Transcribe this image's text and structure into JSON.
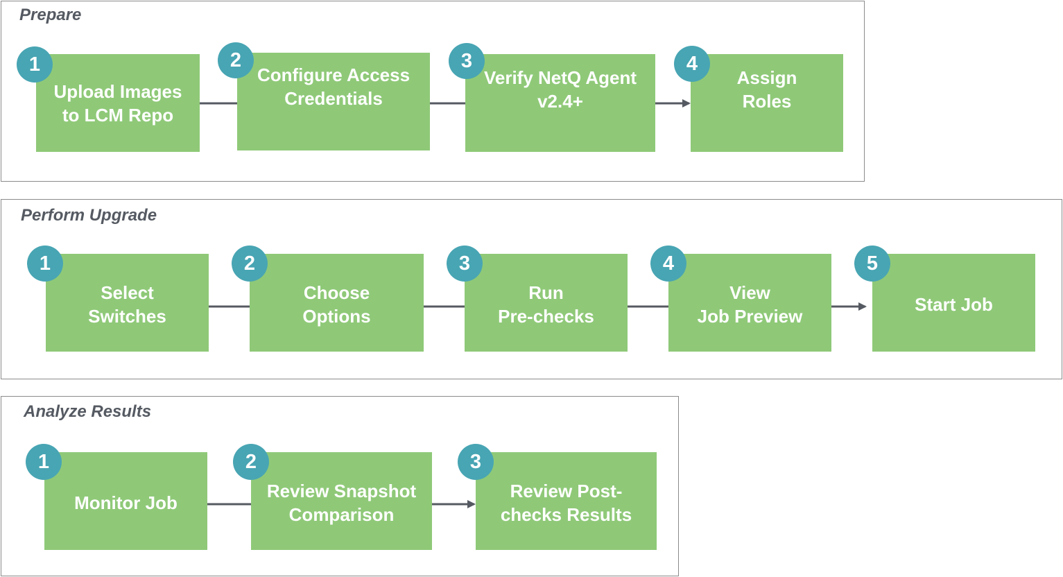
{
  "colors": {
    "step_fill": "#8fc978",
    "badge_fill": "#48a5b3",
    "connector": "#555a62",
    "title_text": "#555a62",
    "panel_border": "#8a8a8a"
  },
  "phases": [
    {
      "title": "Prepare",
      "steps": [
        {
          "number": "1",
          "label": "Upload Images\nto LCM Repo"
        },
        {
          "number": "2",
          "label": "Configure Access\nCredentials"
        },
        {
          "number": "3",
          "label": "Verify NetQ Agent\nv2.4+"
        },
        {
          "number": "4",
          "label": "Assign\nRoles"
        }
      ]
    },
    {
      "title": "Perform Upgrade",
      "steps": [
        {
          "number": "1",
          "label": "Select\nSwitches"
        },
        {
          "number": "2",
          "label": "Choose\nOptions"
        },
        {
          "number": "3",
          "label": "Run\nPre-checks"
        },
        {
          "number": "4",
          "label": "View\nJob Preview"
        },
        {
          "number": "5",
          "label": "Start Job"
        }
      ]
    },
    {
      "title": "Analyze Results",
      "steps": [
        {
          "number": "1",
          "label": "Monitor Job"
        },
        {
          "number": "2",
          "label": "Review Snapshot\nComparison"
        },
        {
          "number": "3",
          "label": "Review Post-\nchecks Results"
        }
      ]
    }
  ]
}
